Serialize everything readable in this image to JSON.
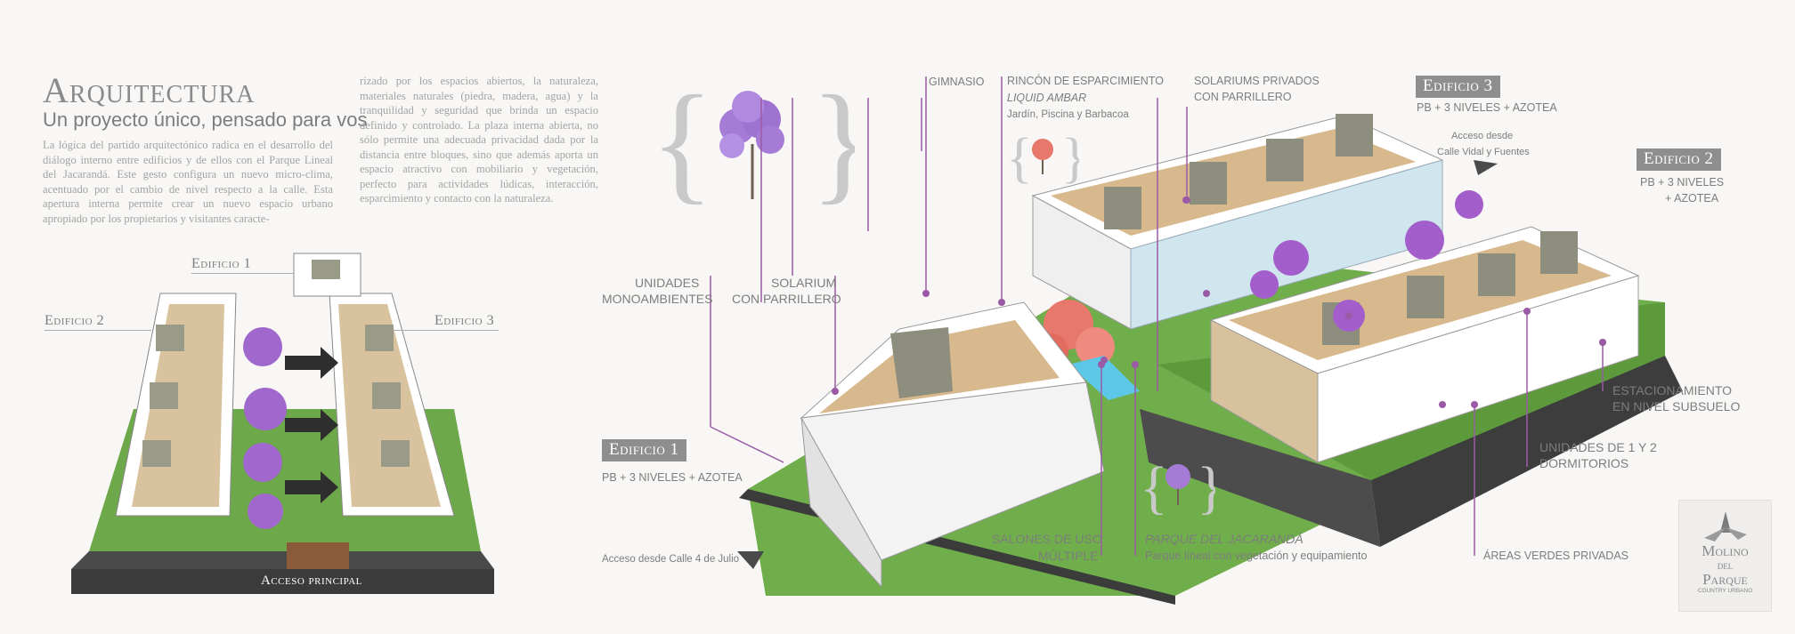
{
  "header": {
    "title": "Arquitectura",
    "subtitle": "Un proyecto único, pensado para vos"
  },
  "body_text": {
    "col1": "La lógica del partido arquitectónico radica en el desarrollo del diálogo interno entre edificios y de ellos con el Parque Lineal del Jacarandá. Este gesto configura un nuevo micro-clima, acentuado por el cambio de nivel respecto a la calle. Esta apertura interna permite crear un nuevo espacio urbano apropiado por los propietarios y visitantes caracte-",
    "col2": "rizado por los espacios abiertos, la naturaleza, materiales naturales (piedra, madera, agua) y la tranquilidad y seguridad que brinda un espacio definido y controlado. La plaza interna abierta, no sólo permite una adecuada privacidad dada por la distancia entre bloques, sino que además aporta un espacio atractivo con mobiliario y vegetación, perfecto para actividades lúdicas, interacción, esparcimiento y contacto con la naturaleza."
  },
  "site_plan": {
    "edificio1": "Edificio 1",
    "edificio2": "Edificio 2",
    "edificio3": "Edificio 3",
    "acceso": "Acceso principal"
  },
  "labels": {
    "gimnasio": "GIMNASIO",
    "rincon": "RINCÓN DE ESPARCIMIENTO",
    "liquid": "LIQUID AMBAR",
    "jardin": "Jardín, Piscina y Barbacoa",
    "solariums_l1": "SOLARIUMS PRIVADOS",
    "solariums_l2": "CON PARRILLERO",
    "edif3_badge": "Edificio 3",
    "edif3_desc": "PB + 3 NIVELES + AZOTEA",
    "acceso_vidal_l1": "Acceso desde",
    "acceso_vidal_l2": "Calle Vidal y Fuentes",
    "edif2_badge": "Edificio 2",
    "edif2_desc_l1": "PB + 3 NIVELES",
    "edif2_desc_l2": "+ AZOTEA",
    "unidades_mono_l1": "UNIDADES",
    "unidades_mono_l2": "MONOAMBIENTES",
    "solarium_l1": "SOLARIUM",
    "solarium_l2": "CON PARRILLERO",
    "edif1_badge": "Edificio 1",
    "edif1_desc": "PB + 3 NIVELES + AZOTEA",
    "estac_l1": "ESTACIONAMIENTO",
    "estac_l2": "EN NIVEL SUBSUELO",
    "unidades12_l1": "UNIDADES DE 1 Y 2",
    "unidades12_l2": "DORMITORIOS",
    "salones_l1": "SALONES DE USO",
    "salones_l2": "MÚLTIPLE",
    "parque": "PARQUE DEL JACARANDÁ",
    "parque_desc": "Parque líneal con vegetación y equipamiento",
    "areas": "ÁREAS VERDES PRIVADAS",
    "acceso_julio": "Acceso desde  Calle 4 de Julio"
  },
  "logo": {
    "l1": "Molino",
    "l2": "del",
    "l3": "Parque",
    "l4": "COUNTRY URBANO"
  },
  "colors": {
    "accent": "#9b5aa6",
    "badge": "#8e8e8e",
    "grass": "#6fae4a",
    "jacaranda": "#a779d6",
    "tree_red": "#e8776c"
  }
}
